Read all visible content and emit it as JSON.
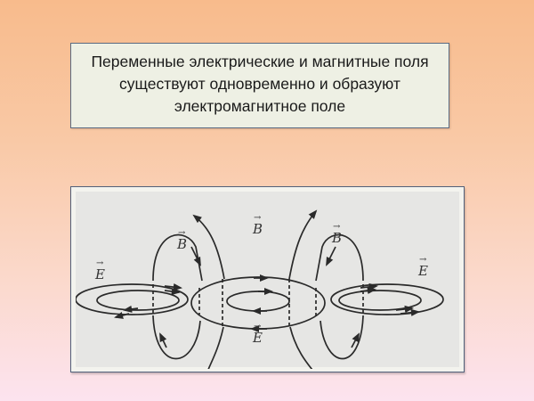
{
  "slide": {
    "background_gradient": [
      "#f8bb8c",
      "#fce3ef"
    ],
    "textbox": {
      "lines": [
        "Переменные электрические и магнитные поля",
        "существуют одновременно и образуют",
        "электромагнитное поле"
      ],
      "background": "#eef0e4",
      "border": "#5b6b82"
    },
    "figure": {
      "description": "Diagram of interlinked electric (E) and magnetic (B) field loops forming an electromagnetic field",
      "labels": {
        "b_left": "B",
        "b_center": "B",
        "b_right": "B",
        "e_left": "E",
        "e_right": "E",
        "e_bottom": "E",
        "vector_arrow": "→"
      }
    }
  }
}
